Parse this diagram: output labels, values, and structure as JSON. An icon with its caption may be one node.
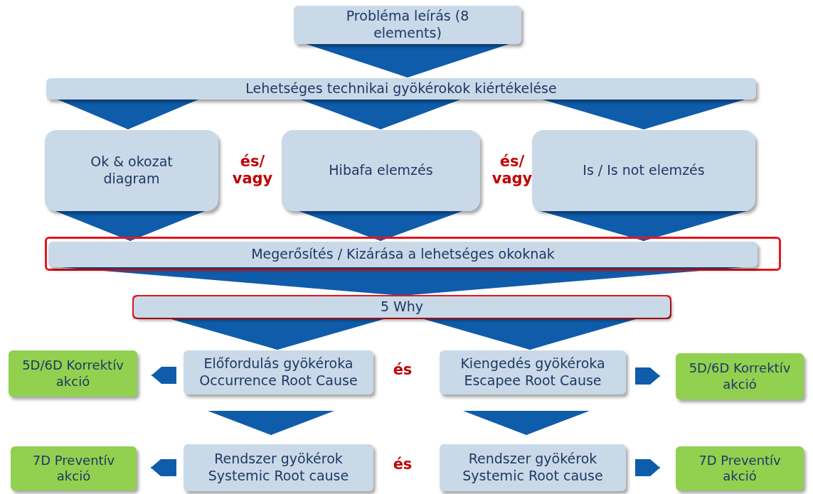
{
  "diagram": {
    "nodes": [
      {
        "text": [
          "Probléma leírás (8 elements)"
        ]
      },
      {
        "text": [
          "Lehetséges technikai gyökérokok kiértékelése"
        ]
      },
      {
        "text": [
          "Ok & okozat diagram"
        ]
      },
      {
        "text": [
          "Hibafa elemzés"
        ]
      },
      {
        "text": [
          "Is / Is not elemzés"
        ]
      },
      {
        "text": [
          "Megerősítés / Kizárása a lehetséges okoknak"
        ]
      },
      {
        "text": [
          "5 Why"
        ]
      },
      {
        "text": [
          "5D/6D Korrektív akció"
        ]
      },
      {
        "text": [
          "Előfordulás gyökéroka Occurrence Root Cause"
        ]
      },
      {
        "text": [
          "Kiengedés gyökéroka Escapee Root Cause"
        ]
      },
      {
        "text": [
          "5D/6D Korrektív akció"
        ]
      },
      {
        "text": [
          "7D Preventív akció"
        ]
      },
      {
        "text": [
          "Rendszer gyökérok Systemic Root cause"
        ]
      },
      {
        "text": [
          "Rendszer gyökérok Systemic Root cause"
        ]
      },
      {
        "text": [
          "7D Preventív akció"
        ]
      }
    ],
    "edges": [
      {
        "from": 0,
        "to": 1,
        "arrow": "to"
      },
      {
        "from": 1,
        "to": 2,
        "arrow": "to"
      },
      {
        "from": 1,
        "to": 3,
        "arrow": "to"
      },
      {
        "from": 1,
        "to": 4,
        "arrow": "to"
      },
      {
        "from": 2,
        "to": 5,
        "arrow": "to"
      },
      {
        "from": 3,
        "to": 5,
        "arrow": "to"
      },
      {
        "from": 4,
        "to": 5,
        "arrow": "to"
      },
      {
        "from": 5,
        "to": 6,
        "arrow": "to"
      },
      {
        "from": 6,
        "to": 8,
        "arrow": "to"
      },
      {
        "from": 6,
        "to": 9,
        "arrow": "to"
      },
      {
        "from": 8,
        "to": 7,
        "arrow": "to"
      },
      {
        "from": 9,
        "to": 10,
        "arrow": "to"
      },
      {
        "from": 8,
        "to": 12,
        "arrow": "to"
      },
      {
        "from": 9,
        "to": 13,
        "arrow": "to"
      },
      {
        "from": 12,
        "to": 11,
        "arrow": "to"
      },
      {
        "from": 13,
        "to": 14,
        "arrow": "to"
      }
    ],
    "labels": [
      "és/ vagy",
      "és/ vagy",
      "és",
      "és"
    ]
  }
}
